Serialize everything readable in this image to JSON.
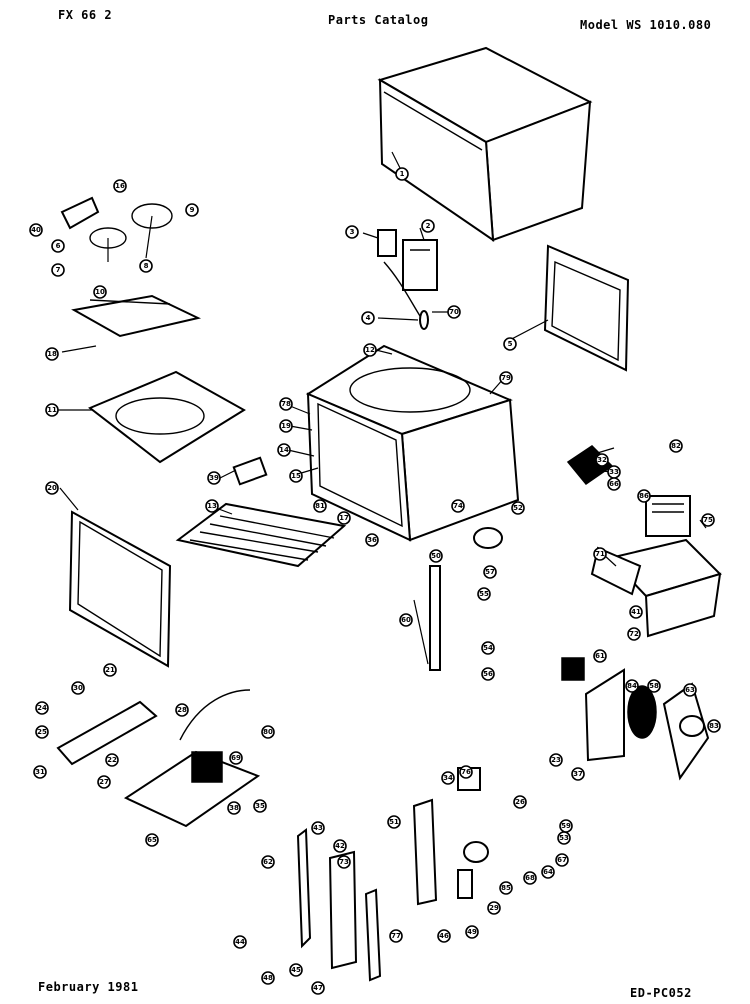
{
  "header": {
    "left": "FX 66 2",
    "center": "Parts Catalog",
    "right": "Model WS 1010.080"
  },
  "footer": {
    "date": "February 1981",
    "code": "ED-PC052"
  },
  "callouts": [
    "1",
    "2",
    "3",
    "4",
    "5",
    "6",
    "7",
    "8",
    "9",
    "10",
    "11",
    "12",
    "13",
    "14",
    "15",
    "16",
    "17",
    "18",
    "19",
    "20",
    "21",
    "22",
    "23",
    "24",
    "25",
    "26",
    "27",
    "28",
    "29",
    "30",
    "31",
    "32",
    "33",
    "34",
    "35",
    "36",
    "37",
    "38",
    "39",
    "40",
    "41",
    "42",
    "43",
    "44",
    "45",
    "46",
    "47",
    "48",
    "49",
    "50",
    "51",
    "52",
    "53",
    "54",
    "55",
    "56",
    "57",
    "58",
    "59",
    "60",
    "61",
    "62",
    "63",
    "64",
    "65",
    "66",
    "67",
    "68",
    "69",
    "70",
    "71",
    "72",
    "73",
    "74",
    "75",
    "76",
    "77",
    "78",
    "79",
    "80",
    "81",
    "82",
    "83",
    "84",
    "85",
    "86"
  ]
}
